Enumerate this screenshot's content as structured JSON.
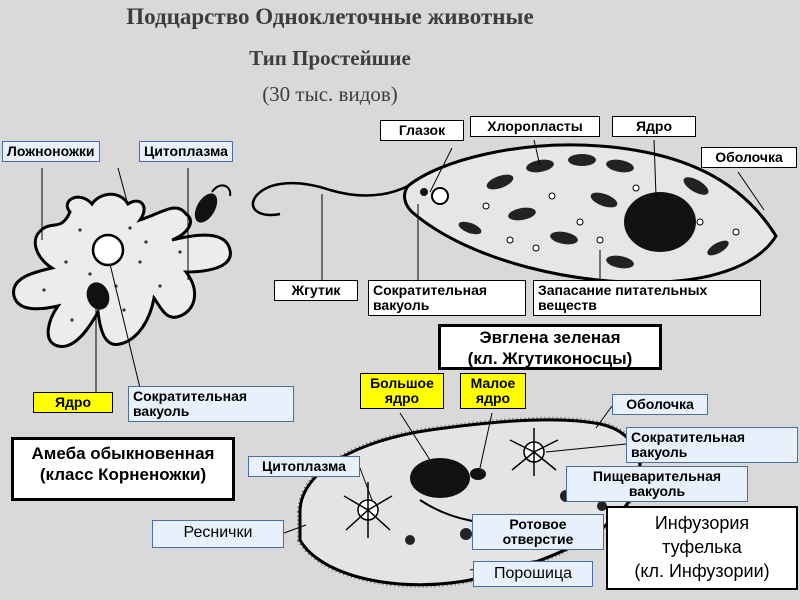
{
  "title": {
    "line1": "Подцарство Одноклеточные животные",
    "line2": "Тип Простейшие",
    "line3": "(30 тыс. видов)"
  },
  "amoeba": {
    "pseudopods": "Ложноножки",
    "cytoplasm": "Цитоплазма",
    "nucleus": "Ядро",
    "contractile_vacuole": "Сократительная вакуоль",
    "caption_line1": "Амеба обыкновенная",
    "caption_line2": "(класс Корненожки)"
  },
  "euglena": {
    "eyespot": "Глазок",
    "chloroplasts": "Хлоропласты",
    "nucleus": "Ядро",
    "membrane": "Оболочка",
    "flagellum": "Жгутик",
    "contractile_vacuole": "Сократительная вакуоль",
    "nutrient_storage": "Запасание питательных веществ",
    "caption_line1": "Эвглена зеленая",
    "caption_line2": "(кл. Жгутиконосцы)"
  },
  "paramecium": {
    "macronucleus": "Большое ядро",
    "micronucleus": "Малое ядро",
    "membrane": "Оболочка",
    "contractile_vacuole": "Сократительная вакуоль",
    "cytoplasm": "Цитоплазма",
    "digestive_vacuole": "Пищеварительная вакуоль",
    "cilia": "Реснички",
    "oral_opening": "Ротовое отверстие",
    "anal_pore": "Порошица",
    "caption_line1": "Инфузория",
    "caption_line2": "туфелька",
    "caption_line3": "(кл. Инфузории)"
  }
}
